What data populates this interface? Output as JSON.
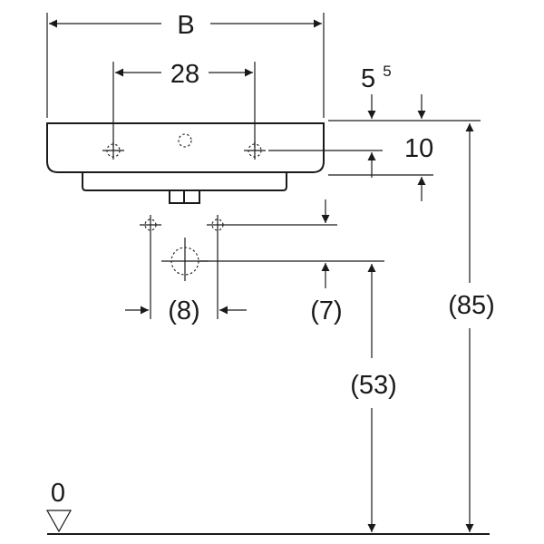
{
  "dimensions": {
    "width_symbol": "B",
    "tap_hole_spacing": "28",
    "rim_thickness_base": "5",
    "rim_thickness_superscript": "5",
    "tap_hole_below_rim": "10",
    "waste_offset": "(8)",
    "trap_height_offset": "(7)",
    "waste_outlet_height": "(53)",
    "rim_height": "(85)",
    "floor_level": "0"
  }
}
